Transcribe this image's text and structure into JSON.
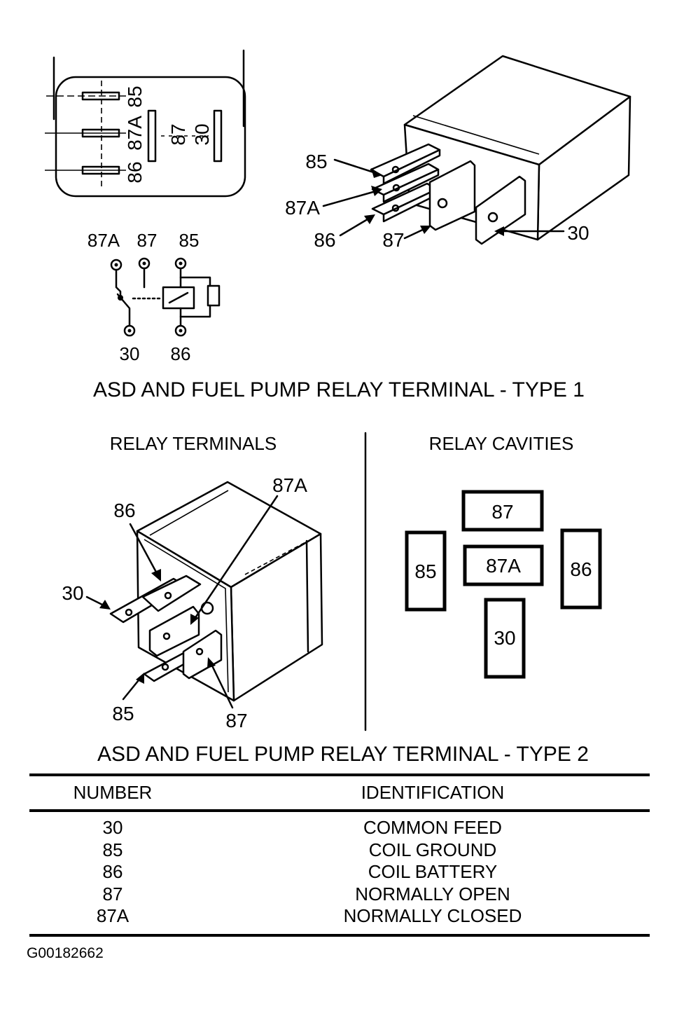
{
  "type1": {
    "caption": "ASD AND FUEL PUMP RELAY TERMINAL - TYPE 1",
    "face_labels": [
      "85",
      "87A",
      "86",
      "87",
      "30"
    ],
    "schematic_labels": {
      "t87a": "87A",
      "t87": "87",
      "t85": "85",
      "t30": "30",
      "t86": "86"
    },
    "iso_labels": {
      "t85": "85",
      "t87a": "87A",
      "t86": "86",
      "t87": "87",
      "t30": "30"
    }
  },
  "type2": {
    "caption": "ASD AND FUEL PUMP RELAY TERMINAL - TYPE 2",
    "terminals_heading": "RELAY TERMINALS",
    "cavities_heading": "RELAY CAVITIES",
    "terminal_labels": {
      "t86": "86",
      "t87a": "87A",
      "t30": "30",
      "t85": "85",
      "t87": "87"
    },
    "cavities": {
      "c87": "87",
      "c87a": "87A",
      "c85": "85",
      "c86": "86",
      "c30": "30"
    }
  },
  "table": {
    "headers": {
      "number": "NUMBER",
      "identification": "IDENTIFICATION"
    },
    "rows": [
      {
        "number": "30",
        "identification": "COMMON FEED"
      },
      {
        "number": "85",
        "identification": "COIL GROUND"
      },
      {
        "number": "86",
        "identification": "COIL BATTERY"
      },
      {
        "number": "87",
        "identification": "NORMALLY OPEN"
      },
      {
        "number": "87A",
        "identification": "NORMALLY CLOSED"
      }
    ]
  },
  "figure_id": "G00182662"
}
